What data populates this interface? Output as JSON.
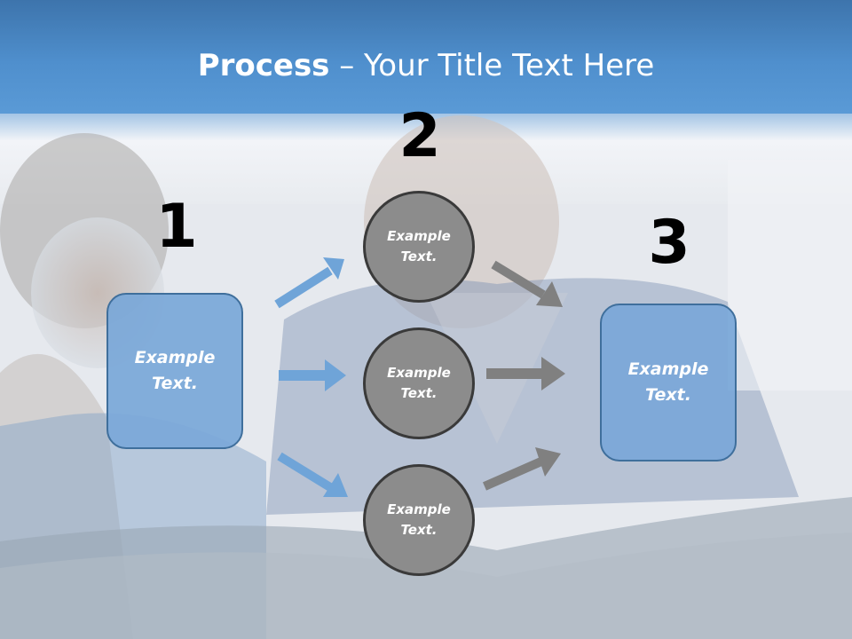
{
  "title": {
    "bold": "Process",
    "rest": " – Your Title Text Here"
  },
  "steps": {
    "one": {
      "number": "1",
      "text": "Example\nText."
    },
    "two": {
      "number": "2",
      "items": [
        {
          "text": "Example\nText."
        },
        {
          "text": "Example\nText."
        },
        {
          "text": "Example\nText."
        }
      ]
    },
    "three": {
      "number": "3",
      "text": "Example\nText."
    }
  },
  "colors": {
    "header": "#4f8fcd",
    "box_fill": "#7aa7d8",
    "circle_fill": "#8c8c8c",
    "blue_arrow": "#6fa4d8",
    "gray_arrow": "#808080"
  }
}
